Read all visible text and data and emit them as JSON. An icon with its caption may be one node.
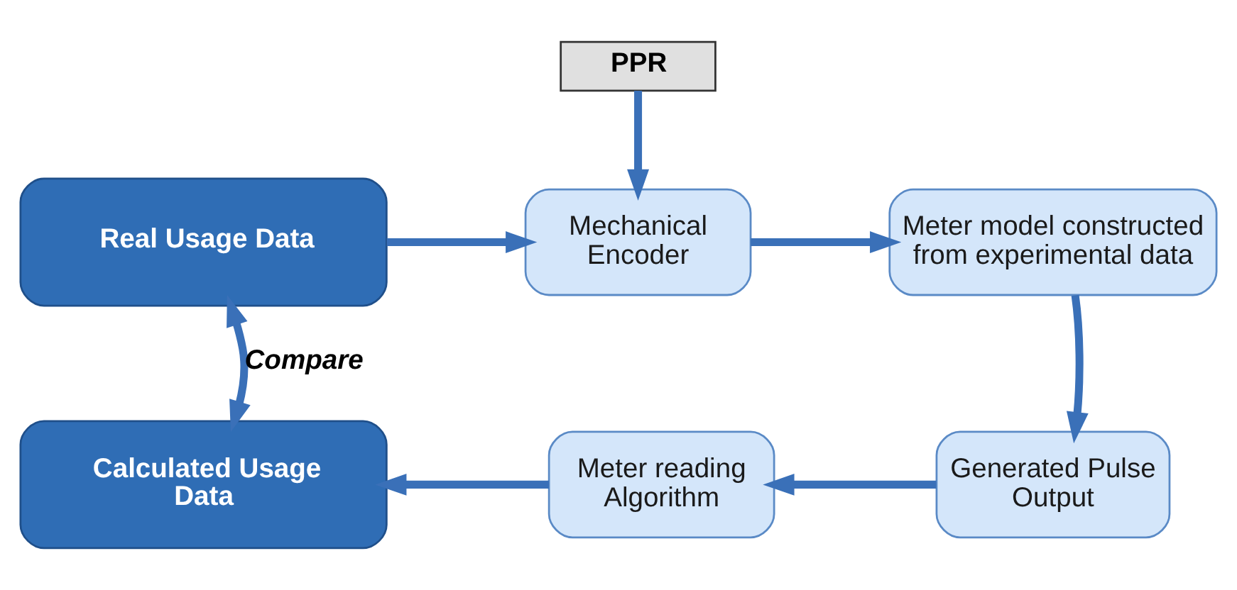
{
  "diagram": {
    "nodes": [
      {
        "text": [
          "PPR"
        ]
      },
      {
        "text": [
          "Real Usage Data"
        ]
      },
      {
        "text": [
          "Mechanical Encoder"
        ]
      },
      {
        "text": [
          "Meter model constructed from experimental data"
        ]
      },
      {
        "text": [
          "Calculated Usage Data"
        ]
      },
      {
        "text": [
          "Meter reading Algorithm"
        ]
      },
      {
        "text": [
          "Generated Pulse Output"
        ]
      }
    ],
    "edges": [
      {
        "from": 0,
        "to": 2,
        "arrow": "to"
      },
      {
        "from": 1,
        "to": 2,
        "arrow": "to"
      },
      {
        "from": 2,
        "to": 3,
        "arrow": "to"
      },
      {
        "from": 3,
        "to": 6,
        "arrow": "to"
      },
      {
        "from": 6,
        "to": 5,
        "arrow": "to"
      },
      {
        "from": 5,
        "to": 4,
        "arrow": "to"
      },
      {
        "from": 1,
        "to": 4,
        "arrow": "both",
        "label": "Compare"
      }
    ]
  }
}
